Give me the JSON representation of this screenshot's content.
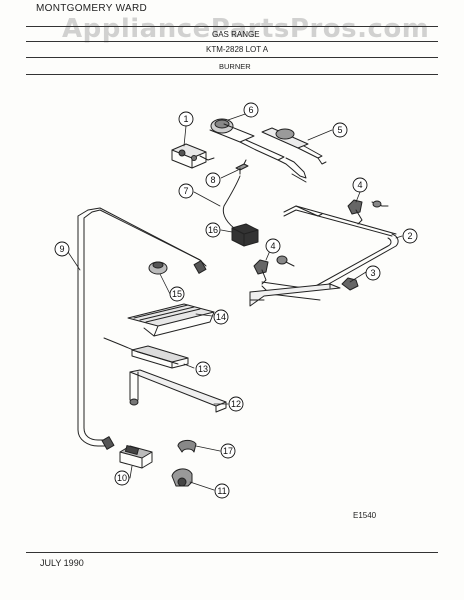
{
  "header": {
    "brand": "MONTGOMERY WARD",
    "watermark": "AppliancePartsPros.com",
    "range_label": "GAS RANGE",
    "model": "KTM-2828 LOT A",
    "section": "BURNER"
  },
  "diagram": {
    "drawing_code": "E1540",
    "callouts": [
      "1",
      "6",
      "5",
      "8",
      "4",
      "7",
      "16",
      "2",
      "4",
      "9",
      "3",
      "15",
      "14",
      "13",
      "12",
      "17",
      "10",
      "11"
    ]
  },
  "footer": {
    "date": "JULY 1990"
  }
}
